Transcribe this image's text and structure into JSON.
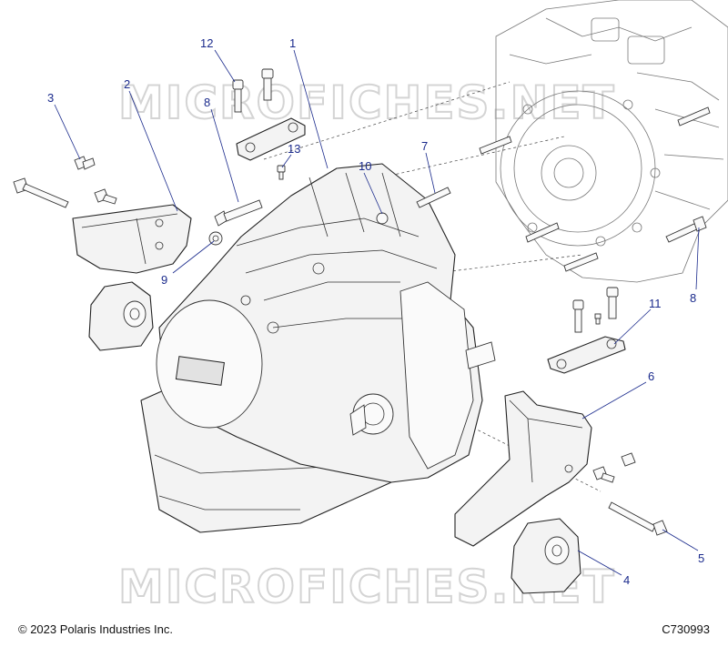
{
  "watermark": "MICROFICHES.NET",
  "callouts": [
    {
      "id": "1",
      "label": "1"
    },
    {
      "id": "2",
      "label": "2"
    },
    {
      "id": "3",
      "label": "3"
    },
    {
      "id": "4",
      "label": "4"
    },
    {
      "id": "5",
      "label": "5"
    },
    {
      "id": "6",
      "label": "6"
    },
    {
      "id": "7",
      "label": "7"
    },
    {
      "id": "8a",
      "label": "8"
    },
    {
      "id": "8b",
      "label": "8"
    },
    {
      "id": "9",
      "label": "9"
    },
    {
      "id": "10",
      "label": "10"
    },
    {
      "id": "11",
      "label": "11"
    },
    {
      "id": "12",
      "label": "12"
    },
    {
      "id": "13",
      "label": "13"
    }
  ],
  "footer": {
    "copyright": "© 2023 Polaris Industries Inc.",
    "drawing_id": "C730993"
  },
  "colors": {
    "callout": "#1a2a8c",
    "line": "#222222",
    "watermark": "#d4d4d4"
  }
}
